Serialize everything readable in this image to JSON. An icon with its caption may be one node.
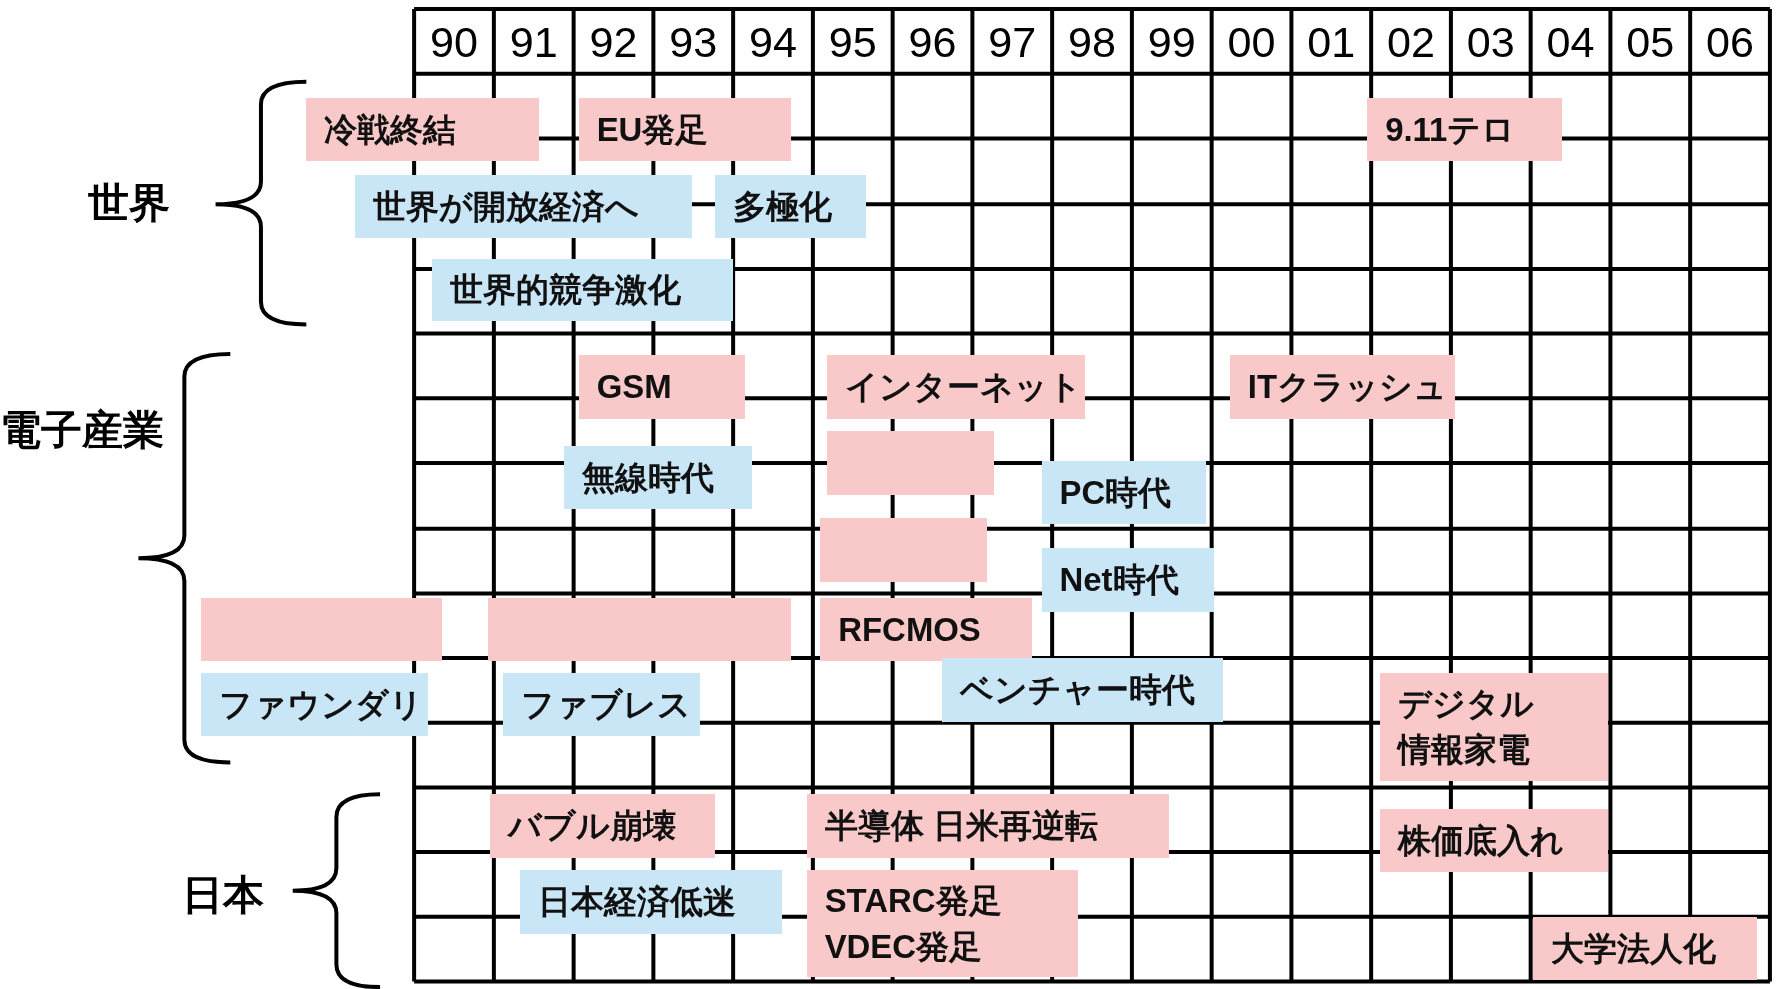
{
  "diagram": {
    "nodes": [
      {
        "text": [
          "冷戦終結"
        ]
      },
      {
        "text": [
          "EU発足"
        ]
      },
      {
        "text": [
          "9.11テロ"
        ]
      },
      {
        "text": [
          "世界が開放経済へ"
        ]
      },
      {
        "text": [
          "多極化"
        ]
      },
      {
        "text": [
          "世界的競争激化"
        ]
      },
      {
        "text": [
          "GSM"
        ]
      },
      {
        "text": [
          "インターネット"
        ]
      },
      {
        "text": [
          "ITクラッシュ"
        ]
      },
      {
        "text": [],
        "shape": "box"
      },
      {
        "text": [
          "無線時代"
        ]
      },
      {
        "text": [
          "PC時代"
        ]
      },
      {
        "text": [],
        "shape": "box"
      },
      {
        "text": [
          "Net時代"
        ]
      },
      {
        "text": [],
        "shape": "box"
      },
      {
        "text": [],
        "shape": "box"
      },
      {
        "text": [
          "RFCMOS"
        ]
      },
      {
        "text": [
          "ベンチャー時代"
        ]
      },
      {
        "text": [
          "ファウンダリ"
        ]
      },
      {
        "text": [
          "ファブレス"
        ]
      },
      {
        "text": [
          "デジタル情報家電"
        ]
      },
      {
        "text": [
          "バブル崩壊"
        ]
      },
      {
        "text": [
          "半導体 日米再逆転"
        ]
      },
      {
        "text": [
          "株価底入れ"
        ]
      },
      {
        "text": [
          "日本経済低迷"
        ]
      },
      {
        "text": [
          "STARC発足",
          "VDEC発足"
        ]
      },
      {
        "text": [
          "大学法人化"
        ]
      }
    ],
    "edges": [],
    "labels": [
      "90",
      "91",
      "92",
      "93",
      "94",
      "95",
      "96",
      "97",
      "98",
      "99",
      "00",
      "01",
      "02",
      "03",
      "04",
      "05",
      "06",
      "世界",
      "電子産業",
      "日本"
    ]
  }
}
